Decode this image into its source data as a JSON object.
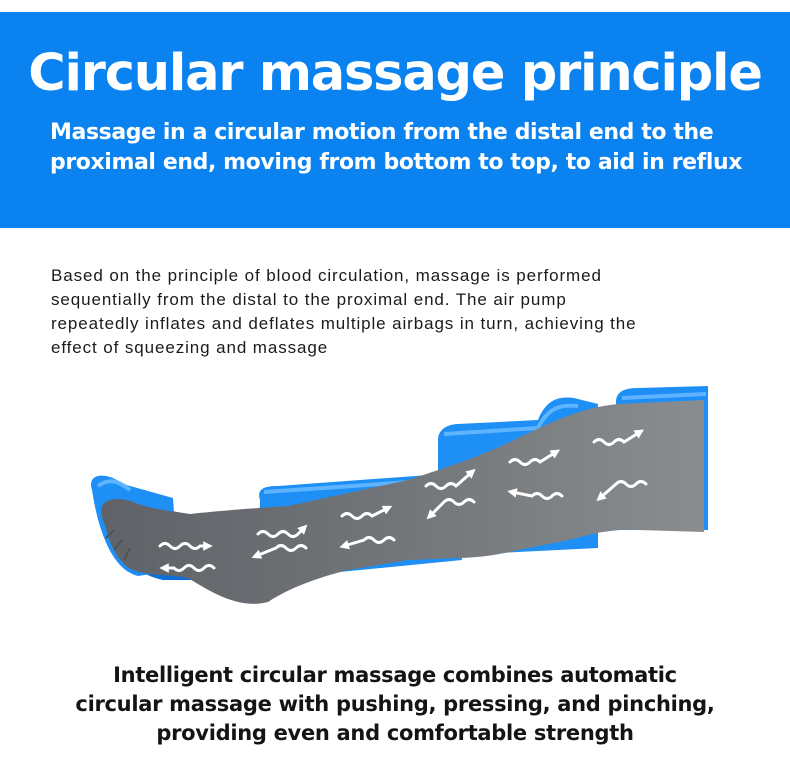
{
  "banner": {
    "title": "Circular massage principle",
    "subtitle_lines": [
      "Massage in a circular motion from the distal end to the",
      "proximal end, moving from bottom to top, to aid in reflux"
    ]
  },
  "description_lines": [
    "Based on the principle of blood circulation, massage is performed",
    "sequentially from the distal to the proximal end. The air pump",
    "repeatedly inflates and deflates multiple airbags in turn, achieving the",
    "effect of squeezing and massage"
  ],
  "caption_lines": [
    "Intelligent circular massage combines automatic",
    "circular massage with pushing, pressing, and pinching,",
    "providing even and comfortable strength"
  ],
  "colors": {
    "banner": "#0a82f0",
    "airbag": "#1e8ff5",
    "airbag_dark": "#0f6fd8",
    "airbag_light": "#5fb4ff",
    "leg": "#6f7378",
    "arrow": "#ffffff"
  }
}
